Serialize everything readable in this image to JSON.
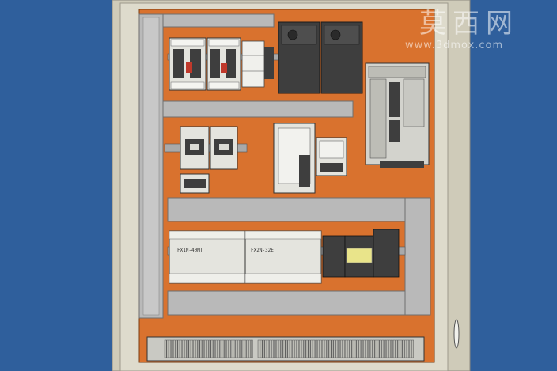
{
  "watermark": {
    "brand": "莫西网",
    "url": "www.3dmox.com"
  },
  "components": {
    "plc_main_label": "FX1N-40MT",
    "plc_expansion_label": "FX2N-32ET"
  },
  "colors": {
    "background": "#2f5f9c",
    "cabinet_frame": "#cfcbb9",
    "mounting_plate": "#d9722e",
    "wire_duct": "#b9b9b9",
    "device_dark": "#3e3e3e",
    "device_light": "#e4e4de",
    "terminal_yellow": "#e9e48a"
  }
}
